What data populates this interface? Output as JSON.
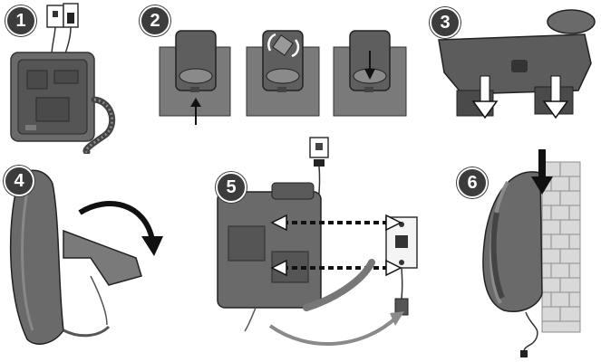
{
  "steps": [
    {
      "number": "1"
    },
    {
      "number": "2"
    },
    {
      "number": "3"
    },
    {
      "number": "4"
    },
    {
      "number": "5"
    },
    {
      "number": "6"
    }
  ],
  "colors": {
    "phone_body": "#5a5a5a",
    "phone_dark": "#3a3a3a",
    "phone_light": "#8a8a8a",
    "arrow": "#111111",
    "wall": "#d9d9d9",
    "wall_line": "#8c8c8c"
  }
}
